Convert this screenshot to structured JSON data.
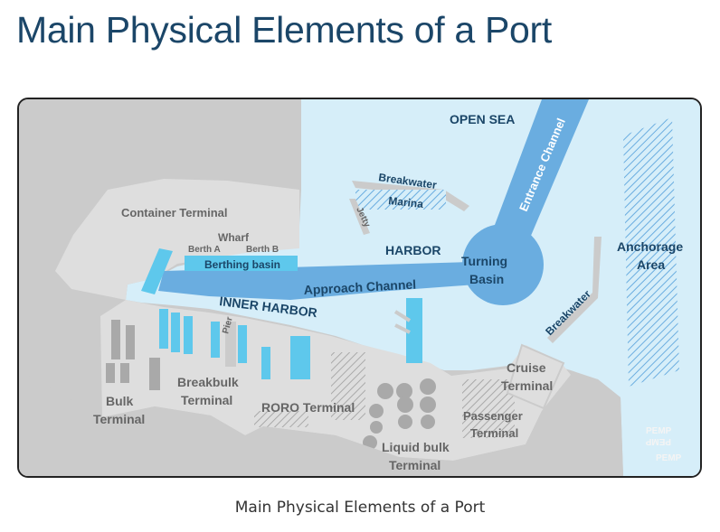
{
  "title": "Main Physical Elements of a Port",
  "caption": "Main Physical Elements of a Port",
  "colors": {
    "title": "#1b4668",
    "water": "#d6eef9",
    "channel": "#6aade0",
    "berth_water": "#5ec8ec",
    "land": "#cbcbcb",
    "terminal_land": "#dedede",
    "dark_land": "#a9a9a9",
    "label_dark": "#1b4668"
  },
  "labels": {
    "open_sea": "OPEN SEA",
    "entrance_channel": "Entrance Channel",
    "anchorage_area_1": "Anchorage",
    "anchorage_area_2": "Area",
    "breakwater_top": "Breakwater",
    "marina": "Marina",
    "jetty": "Jetty",
    "container_terminal": "Container Terminal",
    "wharf": "Wharf",
    "berth_a": "Berth A",
    "berth_b": "Berth B",
    "berthing_basin": "Berthing basin",
    "harbor": "HARBOR",
    "turning_basin_1": "Turning",
    "turning_basin_2": "Basin",
    "approach_channel": "Approach Channel",
    "inner_harbor": "INNER HARBOR",
    "breakwater_right": "Breakwater",
    "pier": "Pier",
    "breakbulk_terminal_1": "Breakbulk",
    "breakbulk_terminal_2": "Terminal",
    "bulk_terminal_1": "Bulk",
    "bulk_terminal_2": "Terminal",
    "roro_terminal": "RORO Terminal",
    "liquid_bulk_terminal_1": "Liquid bulk",
    "liquid_bulk_terminal_2": "Terminal",
    "passenger_terminal_1": "Passenger",
    "passenger_terminal_2": "Terminal",
    "cruise_terminal_1": "Cruise",
    "cruise_terminal_2": "Terminal",
    "watermark_1": "PEMP",
    "watermark_2": "PEMP",
    "watermark_3": "PEMP"
  }
}
